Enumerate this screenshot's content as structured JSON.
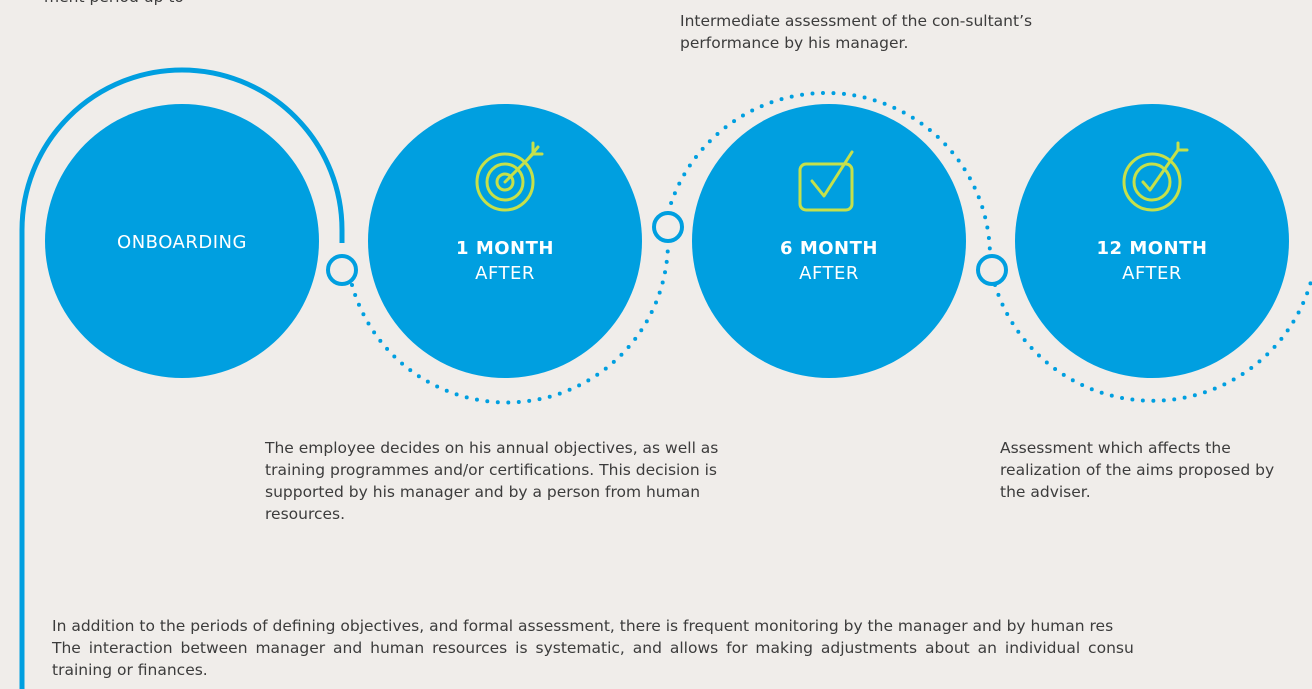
{
  "partial_top_text": "ment period up to",
  "top_note": "Intermediate assessment of the con-sultant’s performance by his manager.",
  "stages": [
    {
      "id": "onboarding",
      "line1": "ONBOARDING",
      "line2": "",
      "icon": "none"
    },
    {
      "id": "month-1",
      "line1": "1 MONTH",
      "line2": "AFTER",
      "icon": "target-icon"
    },
    {
      "id": "month-6",
      "line1": "6 MONTH",
      "line2": "AFTER",
      "icon": "checkbox-icon"
    },
    {
      "id": "month-12",
      "line1": "12 MONTH",
      "line2": "AFTER",
      "icon": "target-check-icon"
    }
  ],
  "note_month_1": "The employee decides on his annual objectives, as well as training programmes and/or certifications. This decision is supported by his manager and by a person from human resources.",
  "note_month_12": "Assessment which affects the realization of the aims proposed by the adviser.",
  "bottom_note_line1": "In addition to the periods of defining objectives, and formal assessment, there is frequent monitoring by the manager and by human res",
  "bottom_note_line2": "The interaction between manager and human resources is systematic, and allows for making adjustments about an individual consu",
  "bottom_note_line3": "training or finances.",
  "colors": {
    "background": "#f0edea",
    "circle": "#009fe0",
    "icon": "#c6e04a",
    "text": "#3c3c3c"
  }
}
